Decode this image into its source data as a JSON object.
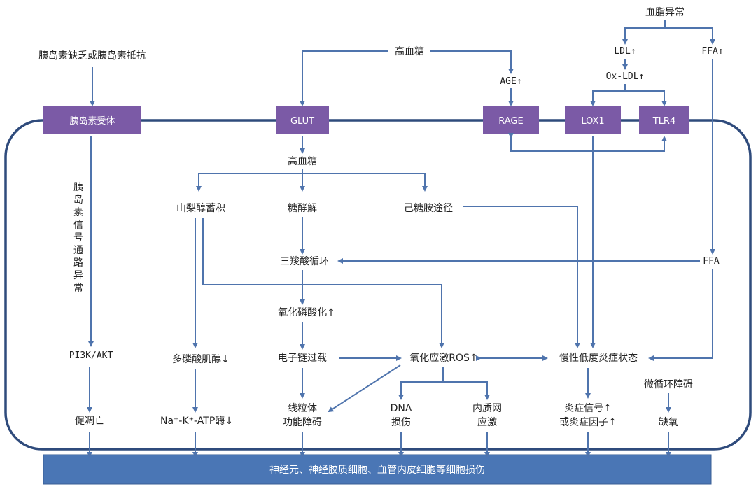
{
  "top": {
    "insulin_deficiency": "胰岛素缺乏或胰岛素抵抗",
    "hyperglycemia": "高血糖",
    "dyslipidemia": "血脂异常",
    "age": "AGE↑",
    "ldl": "LDL↑",
    "ox_ldl": "Ox-LDL↑",
    "ffa_top": "FFA↑"
  },
  "membrane_boxes": {
    "insulin_receptor": "胰岛素受体",
    "glut": "GLUT",
    "rage": "RAGE",
    "lox1": "LOX1",
    "tlr4": "TLR4"
  },
  "cell": {
    "signal_defect": [
      "胰",
      "岛",
      "素",
      "信",
      "号",
      "通",
      "路",
      "异",
      "常"
    ],
    "intracellular_glucose": "高血糖",
    "sorbitol": "山梨醇蓄积",
    "glycolysis": "糖酵解",
    "hexosamine": "己糖胺途径",
    "tca": "三羧酸循环",
    "ffa": "FFA",
    "oxphos": "氧化磷酸化↑",
    "pi3k": "PI3K/AKT",
    "myo_inositol": "多磷酸肌醇↓",
    "etc_overload": "电子链过载",
    "ros": "氧化应激ROS↑",
    "inflammation": "慢性低度炎症状态",
    "microcirc": "微循环障碍",
    "apoptosis": "促凋亡",
    "na_k_atpase": "Na⁺-K⁺-ATP酶↓",
    "mito_line1": "线粒体",
    "mito_line2": "功能障碍",
    "dna_line1": "DNA",
    "dna_line2": "损伤",
    "er_line1": "内质网",
    "er_line2": "应激",
    "inflam_signal_line1": "炎症信号↑",
    "inflam_signal_line2": "或炎症因子↑",
    "hypoxia": "缺氧"
  },
  "bottom_bar": "神经元、神经胶质细胞、血管内皮细胞等细胞损伤",
  "colors": {
    "box_fill": "#7b5aa6",
    "arrow": "#4f74ad",
    "membrane": "#2f4b7c",
    "bar_fill": "#4a76b5"
  }
}
